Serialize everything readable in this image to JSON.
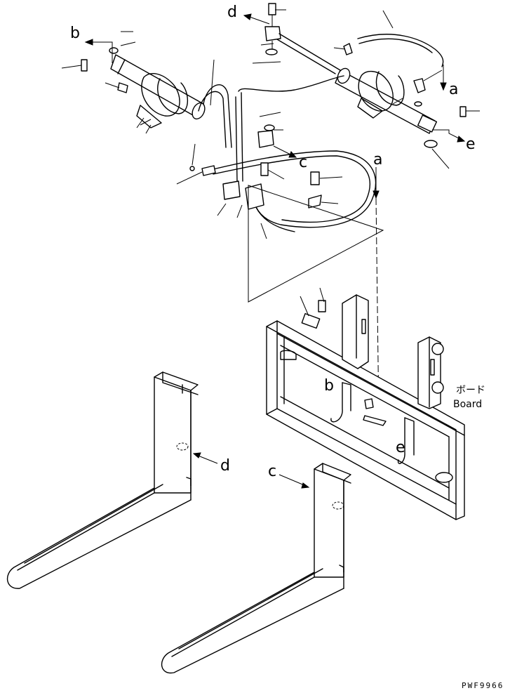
{
  "callouts": {
    "a_top": "a",
    "a_mid": "a",
    "b_top": "b",
    "b_frame": "b",
    "c_top": "c",
    "c_fork": "c",
    "d_top": "d",
    "d_fork": "d",
    "e_top": "e",
    "e_frame": "e"
  },
  "board_label": {
    "japanese": "ボード",
    "english": "Board"
  },
  "drawing_code": "PWF9966"
}
